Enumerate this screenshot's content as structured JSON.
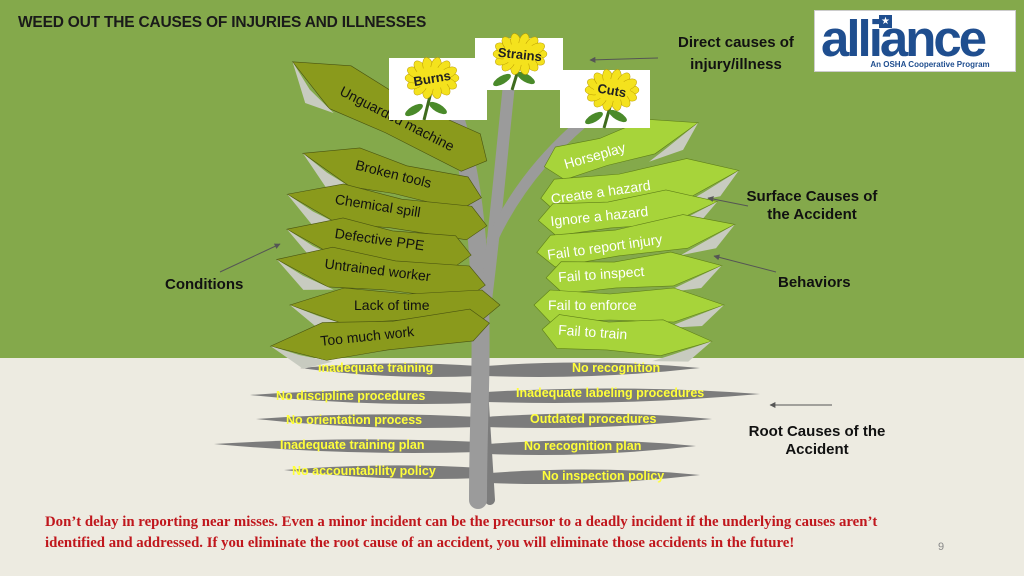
{
  "title": "WEED OUT THE CAUSES OF INJURIES AND ILLNESSES",
  "flowers": [
    "Burns",
    "Strains",
    "Cuts"
  ],
  "labels": {
    "direct": "Direct causes of injury/illness",
    "surface": "Surface Causes of the Accident",
    "conditions": "Conditions",
    "behaviors": "Behaviors",
    "root": "Root Causes of the Accident"
  },
  "conditions": [
    "Unguarded machine",
    "Broken tools",
    "Chemical spill",
    "Defective  PPE",
    "Untrained worker",
    "Lack of time",
    "Too much work"
  ],
  "behaviors": [
    "Horseplay",
    "Create a hazard",
    "Ignore a hazard",
    "Fail to report injury",
    "Fail to inspect",
    "Fail to enforce",
    "Fail to train"
  ],
  "roots_left": [
    "Inadequate training",
    "No discipline procedures",
    "No orientation process",
    "Inadequate training plan",
    "No accountability policy"
  ],
  "roots_right": [
    "No recognition",
    "Inadequate labeling procedures",
    "Outdated  procedures",
    "No recognition plan",
    "No inspection policy"
  ],
  "footer": "Don’t delay in reporting near misses. Even a minor incident can be the precursor to a deadly incident if the underlying causes aren’t identified and addressed. If you eliminate the root cause of an accident, you will eliminate those accidents in the future!",
  "page_number": "9",
  "logo": {
    "word": "alliance",
    "tagline": "An OSHA Cooperative Program"
  },
  "colors": {
    "sky": "#84a94b",
    "ground": "#edebe1",
    "leaf": "#8a9a1c",
    "behavior_leaf": "#a7d43a",
    "stem": "#9b9b9b",
    "root": "#7c7c7c",
    "footer_text": "#c0171d",
    "flower": "#f4e21d"
  }
}
